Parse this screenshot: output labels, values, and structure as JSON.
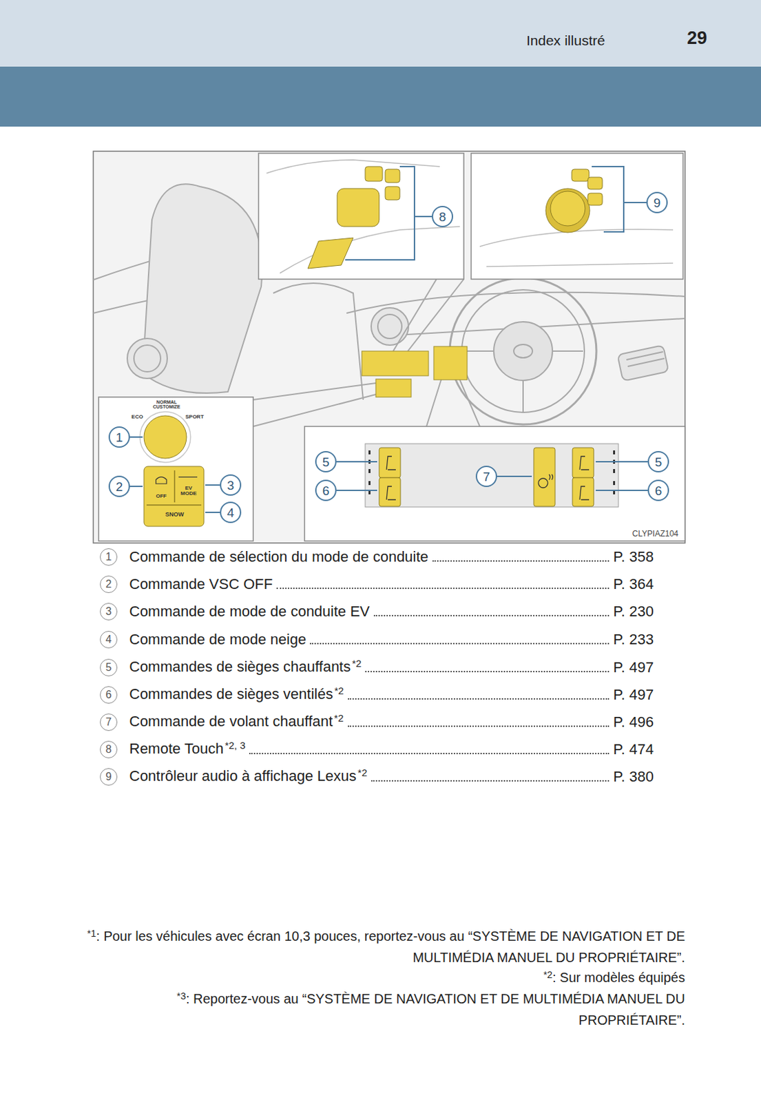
{
  "diagram": {
    "title": "Index illustré",
    "labels": [
      "29",
      "8",
      "9",
      "1",
      "2",
      "3",
      "4",
      "5",
      "6",
      "7",
      "5",
      "6",
      "ECO",
      "NORMAL CUSTOMIZE",
      "SPORT",
      "OFF",
      "EV MODE",
      "SNOW",
      "CLYPIAZ104",
      "1",
      "Commande de sélection du mode de conduite",
      "P. 358",
      "2",
      "Commande VSC OFF",
      "P. 364",
      "3",
      "Commande de mode de conduite EV",
      "P. 230",
      "4",
      "Commande de mode neige",
      "P. 233",
      "5",
      "Commandes de sièges chauffants",
      "*2",
      "P. 497",
      "6",
      "Commandes de sièges ventilés",
      "*2",
      "P. 497",
      "7",
      "Commande de volant chauffant",
      "*2",
      "P. 496",
      "8",
      "Remote Touch",
      "*2, 3",
      "P. 474",
      "9",
      "Contrôleur audio à affichage Lexus",
      "*2",
      "P. 380",
      "*1",
      ": Pour les véhicules avec écran 10,3 pouces, reportez-vous au “SYSTÈME DE NAVIGATION ET DE MULTIMÉDIA MANUEL DU PROPRIÉTAIRE”.",
      "*2",
      ": Sur modèles équipés",
      "*3",
      ": Reportez-vous au “SYSTÈME DE NAVIGATION ET DE MULTIMÉDIA MANUEL DU PROPRIÉTAIRE”."
    ]
  }
}
